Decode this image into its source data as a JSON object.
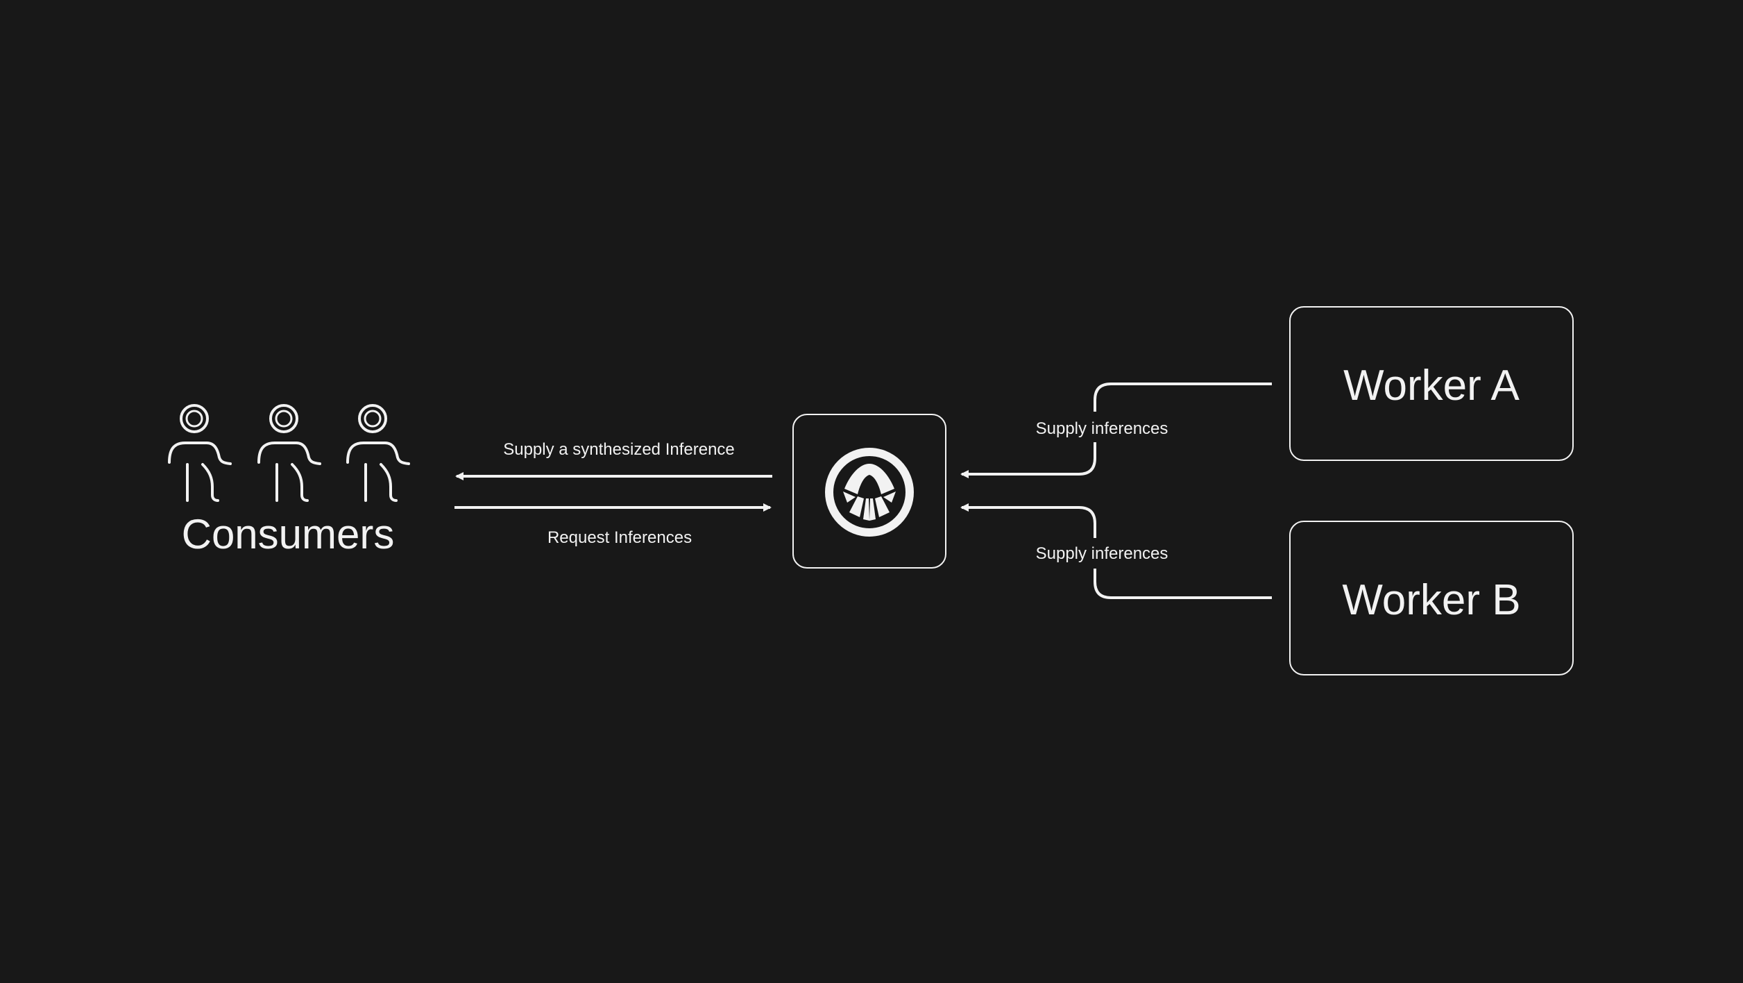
{
  "consumers": {
    "label": "Consumers",
    "icon": "person-icon",
    "count": 3
  },
  "hub": {
    "icon": "network-logo-icon"
  },
  "workers": [
    {
      "label": "Worker A"
    },
    {
      "label": "Worker B"
    }
  ],
  "arrows": {
    "to_consumers": "Supply a synthesized Inference",
    "to_hub": "Request Inferences",
    "from_worker_a": "Supply inferences",
    "from_worker_b": "Supply inferences"
  },
  "colors": {
    "background": "#181818",
    "foreground": "#f2f2f2"
  }
}
